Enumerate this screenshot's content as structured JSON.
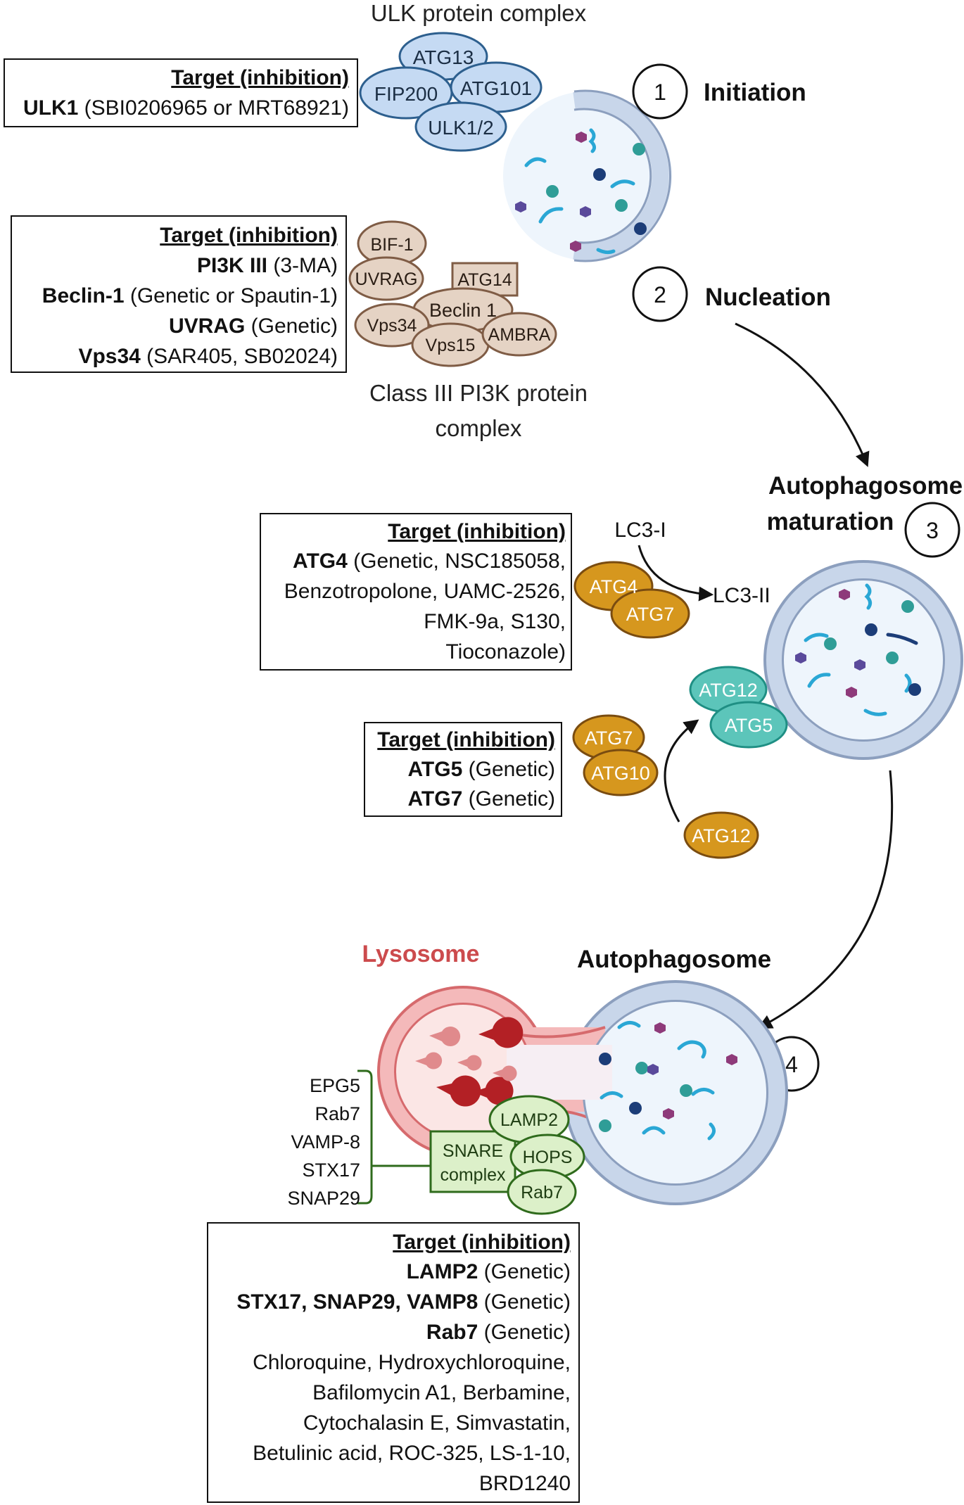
{
  "steps": {
    "initiation": {
      "number": "1",
      "title": "Initiation"
    },
    "nucleation": {
      "number": "2",
      "title": "Nucleation"
    },
    "maturation": {
      "number": "3",
      "title_line1": "Autophagosome",
      "title_line2": "maturation"
    },
    "fusion": {
      "number": "4"
    }
  },
  "ulk_complex": {
    "label": "ULK protein complex",
    "proteins": [
      "ATG13",
      "FIP200",
      "ATG101",
      "ULK1/2"
    ],
    "target_box": {
      "heading": "Target (inhibition)",
      "rows": [
        {
          "bold": "ULK1",
          "text": " (SBI0206965 or MRT68921)"
        }
      ]
    }
  },
  "pi3k_complex": {
    "label_line1": "Class III PI3K protein",
    "label_line2": "complex",
    "proteins": [
      "BIF-1",
      "UVRAG",
      "ATG14",
      "Beclin 1",
      "Vps34",
      "Vps15",
      "AMBRA"
    ],
    "target_box": {
      "heading": "Target (inhibition)",
      "rows": [
        {
          "bold": "PI3K III",
          "text": " (3-MA)"
        },
        {
          "bold": "Beclin-1",
          "text": " (Genetic or Spautin-1)"
        },
        {
          "bold": "UVRAG",
          "text": " (Genetic)"
        },
        {
          "bold": "Vps34",
          "text": " (SAR405, SB02024)"
        }
      ]
    }
  },
  "lc3_conversion": {
    "lc3_i": "LC3-I",
    "lc3_ii": "LC3-II",
    "enzymes": [
      "ATG4",
      "ATG7"
    ],
    "target_box": {
      "heading": "Target (inhibition)",
      "rows": [
        {
          "bold": "ATG4",
          "text": " (Genetic, NSC185058,"
        },
        {
          "bold": "",
          "text": "Benzotropolone, UAMC-2526,"
        },
        {
          "bold": "",
          "text": "FMK-9a, S130,"
        },
        {
          "bold": "",
          "text": "Tioconazole)"
        }
      ]
    }
  },
  "atg12_conjugation": {
    "enzymes": [
      "ATG7",
      "ATG10"
    ],
    "substrate": "ATG12",
    "conjugate": [
      "ATG12",
      "ATG5"
    ],
    "target_box": {
      "heading": "Target (inhibition)",
      "rows": [
        {
          "bold": "ATG5",
          "text": " (Genetic)"
        },
        {
          "bold": "ATG7",
          "text": " (Genetic)"
        }
      ]
    }
  },
  "fusion": {
    "lysosome_label": "Lysosome",
    "autophagosome_label": "Autophagosome",
    "bracket_items": [
      "EPG5",
      "Rab7",
      "VAMP-8",
      "STX17",
      "SNAP29"
    ],
    "snare_line1": "SNARE",
    "snare_line2": "complex",
    "proteins": [
      "LAMP2",
      "HOPS",
      "Rab7"
    ],
    "target_box": {
      "heading": "Target (inhibition)",
      "rows": [
        {
          "bold": "LAMP2",
          "text": " (Genetic)"
        },
        {
          "bold": "STX17, SNAP29, VAMP8",
          "text": " (Genetic)"
        },
        {
          "bold": "Rab7",
          "text": " (Genetic)"
        },
        {
          "bold": "",
          "text": "Chloroquine, Hydroxychloroquine,"
        },
        {
          "bold": "",
          "text": "Bafilomycin A1, Berbamine,"
        },
        {
          "bold": "",
          "text": "Cytochalasin E, Simvastatin,"
        },
        {
          "bold": "",
          "text": "Betulinic acid, ROC-325, LS-1-10,"
        },
        {
          "bold": "",
          "text": "BRD1240"
        }
      ]
    }
  },
  "colors": {
    "membrane_outer": "#8c9fbe",
    "membrane_inner": "#c8d6ea",
    "lumen": "#eef5fc",
    "ulk_fill": "#c5daf3",
    "ulk_stroke": "#2d5f8e",
    "pi3k_fill": "#e5d3c4",
    "pi3k_stroke": "#7f5c45",
    "atg_gold": "#d6971e",
    "atg_gold_stroke": "#7a4c10",
    "atg_teal": "#5cc5ba",
    "atg_teal_stroke": "#1f8f84",
    "lysosome_outer": "#d66a6d",
    "lysosome_inner": "#f4b9ba",
    "lysosome_lumen": "#fbe6e5",
    "lysosome_label": "#cc4b4d",
    "fusion_green": "#2f6b1c",
    "fusion_green_fill": "#dcf0c9",
    "cargo_cyan": "#2aa7d5",
    "cargo_teal": "#2f9d97",
    "cargo_navy": "#1c3d78",
    "cargo_purple": "#5a4a9b",
    "cargo_magenta": "#8e3a7a",
    "enzyme_red": "#b32025"
  }
}
